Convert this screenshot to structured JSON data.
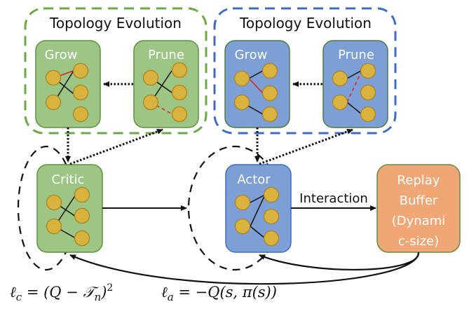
{
  "colors": {
    "green_fill": "#9DC584",
    "green_stroke": "#5F8F3F",
    "green_dash": "#6AA944",
    "blue_fill": "#7C9FD6",
    "blue_stroke": "#4F7A3A",
    "blue_dash": "#3F6CC2",
    "orange_fill": "#F0A675",
    "node_fill": "#D8B43E",
    "node_stroke": "#B07F1A",
    "edge_black": "#111111",
    "edge_red": "#E02020"
  },
  "groups": {
    "critic_evolution": {
      "title": "Topology Evolution"
    },
    "actor_evolution": {
      "title": "Topology Evolution"
    }
  },
  "boxes": {
    "critic_grow": {
      "label": "Grow"
    },
    "critic_prune": {
      "label": "Prune"
    },
    "actor_grow": {
      "label": "Grow"
    },
    "actor_prune": {
      "label": "Prune"
    },
    "critic": {
      "label": "Critic"
    },
    "actor": {
      "label": "Actor"
    },
    "replay_buffer": {
      "label_lines": [
        "Replay",
        "Buffer",
        "(Dynami",
        "c-size)"
      ]
    }
  },
  "edges": {
    "interaction_label": "Interaction"
  },
  "formulas": {
    "critic_loss": {
      "lhs": "ℓ",
      "sub": "c",
      "rhs": " = (Q − 𝒯",
      "rhs_sub": "n",
      "close": ")",
      "sup": "2"
    },
    "actor_loss": {
      "lhs": "ℓ",
      "sub": "a",
      "rhs": " = −Q(s, π(s))"
    }
  }
}
